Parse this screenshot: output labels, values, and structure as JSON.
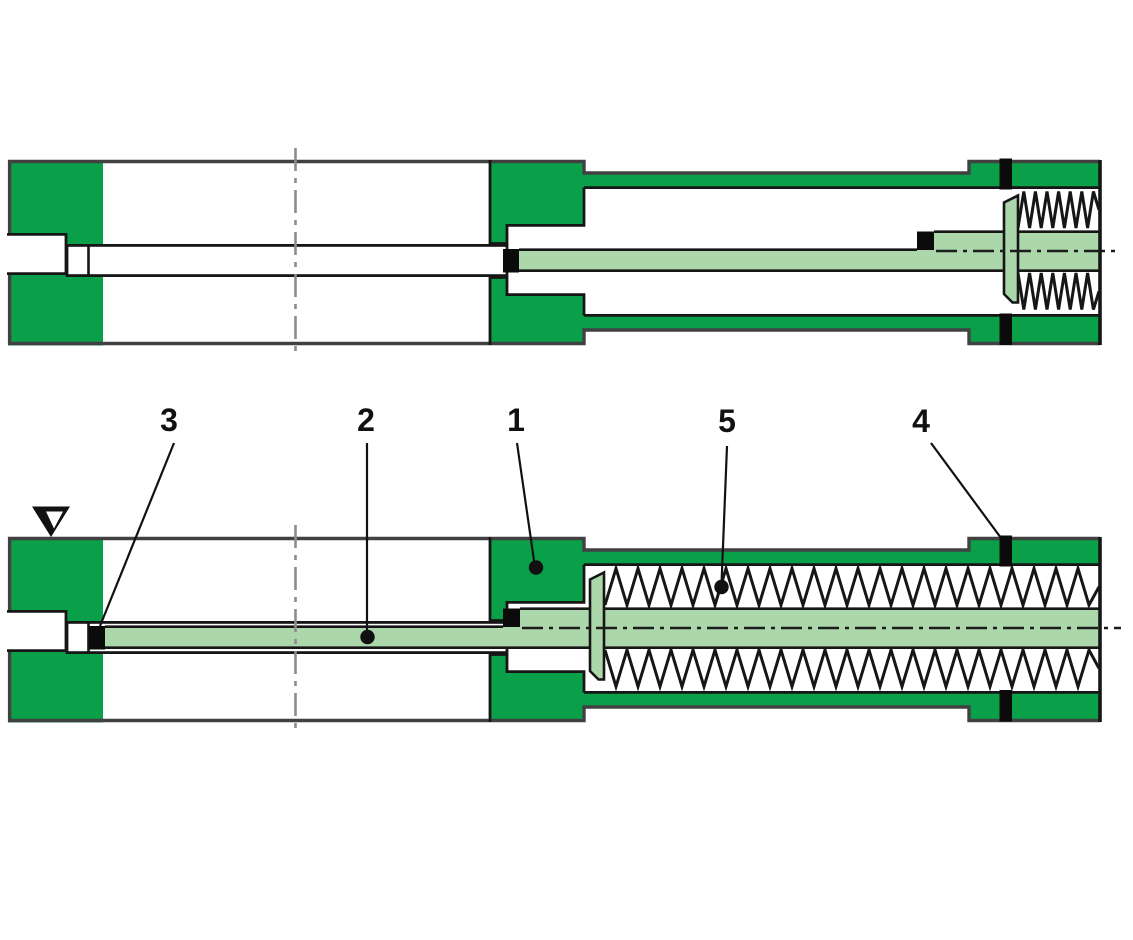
{
  "labels": {
    "items": [
      {
        "text": "3"
      },
      {
        "text": "2"
      },
      {
        "text": "1"
      },
      {
        "text": "5"
      },
      {
        "text": "4"
      }
    ]
  },
  "icons": {
    "datum_marker": "filled-triangle-down"
  },
  "colors": {
    "housing_green": "#0aa04a",
    "rod_light_green": "#abd7ab",
    "outline_dark": "#161616",
    "body_outline_gray": "#414141",
    "centerline_gray": "#8c8c8c",
    "seal_black": "#0b0b0b",
    "label_black": "#111111",
    "background": "#ffffff"
  }
}
